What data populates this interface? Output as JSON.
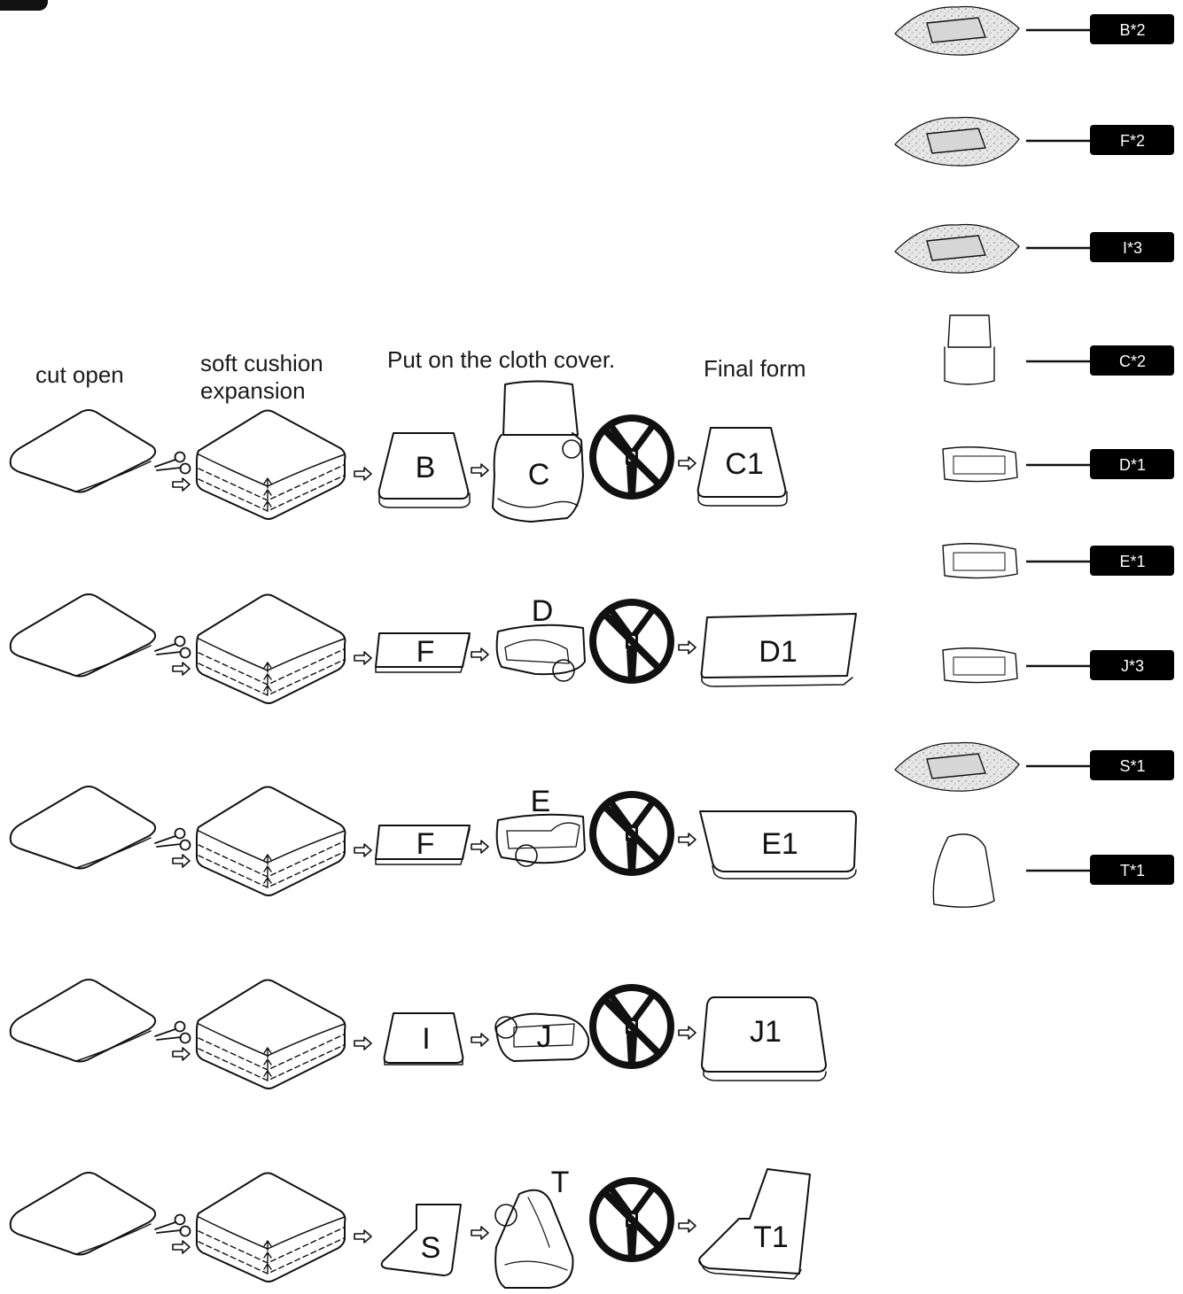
{
  "headings": {
    "cut_open": "cut open",
    "soft_cushion_line1": "soft cushion",
    "soft_cushion_line2": "expansion",
    "put_on_cover": "Put on the cloth cover.",
    "final_form": "Final form"
  },
  "rows": [
    {
      "foam": "B",
      "cover": "C",
      "final": "C1"
    },
    {
      "foam": "F",
      "cover": "D",
      "final": "D1"
    },
    {
      "foam": "F",
      "cover": "E",
      "final": "E1"
    },
    {
      "foam": "I",
      "cover": "J",
      "final": "J1"
    },
    {
      "foam": "S",
      "cover": "T",
      "final": "T1"
    }
  ],
  "parts": [
    {
      "tag": "B*2",
      "kind": "foam"
    },
    {
      "tag": "F*2",
      "kind": "foam"
    },
    {
      "tag": "I*3",
      "kind": "foam"
    },
    {
      "tag": "C*2",
      "kind": "cover"
    },
    {
      "tag": "D*1",
      "kind": "cover"
    },
    {
      "tag": "E*1",
      "kind": "cover"
    },
    {
      "tag": "J*3",
      "kind": "cover"
    },
    {
      "tag": "S*1",
      "kind": "foam"
    },
    {
      "tag": "T*1",
      "kind": "cover"
    }
  ],
  "colors": {
    "ink": "#111111",
    "paper": "#ffffff",
    "tag_bg": "#000000",
    "tag_text": "#ffffff"
  },
  "icons": [
    "scissors-icon",
    "right-arrow-icon",
    "up-arrow-icon",
    "no-zipper-icon"
  ]
}
